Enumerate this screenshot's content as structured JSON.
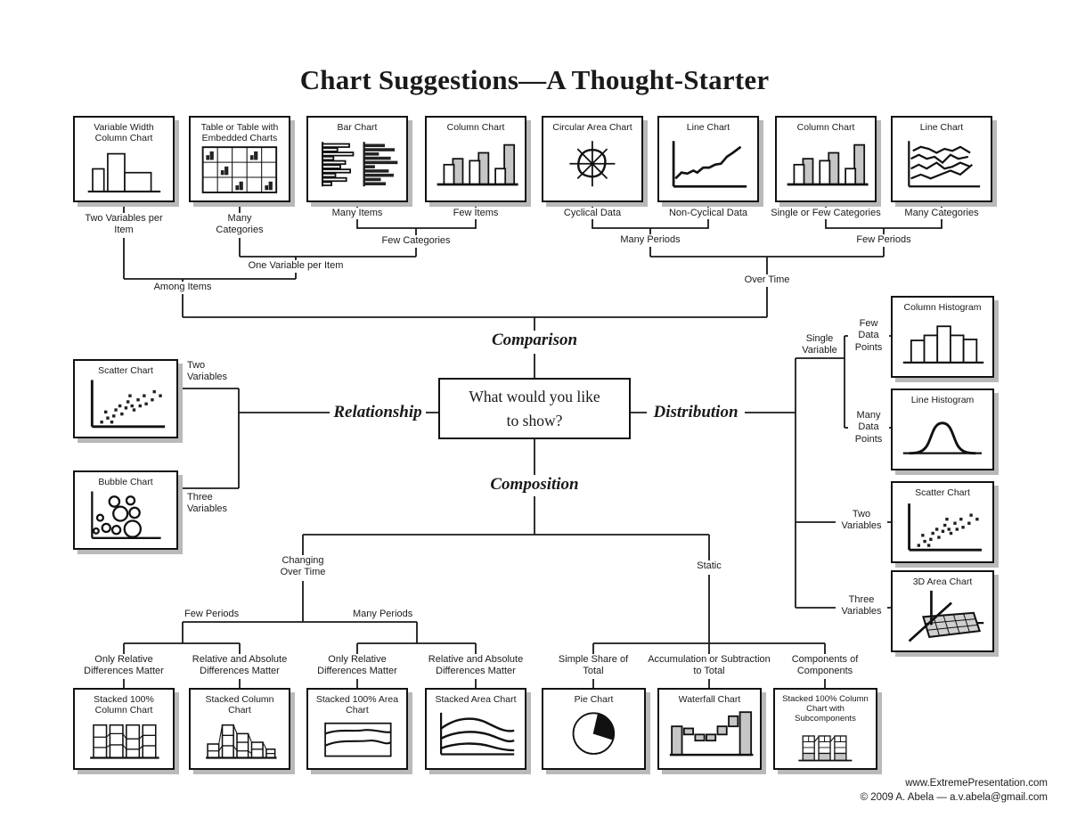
{
  "title": "Chart Suggestions—A Thought-Starter",
  "center": {
    "question": "What would you like to show?",
    "comparison": "Comparison",
    "relationship": "Relationship",
    "distribution": "Distribution",
    "composition": "Composition"
  },
  "comparison_tree": {
    "box_variable_width": "Variable Width Column Chart",
    "box_table_embedded": "Table or Table with Embedded Charts",
    "box_bar": "Bar Chart",
    "box_column_few": "Column Chart",
    "box_circular_area": "Circular Area Chart",
    "box_line_noncyclical": "Line Chart",
    "box_column_single": "Column Chart",
    "box_line_many": "Line Chart",
    "two_variables_per_item": "Two Variables per Item",
    "many_categories": "Many Categories",
    "many_items": "Many Items",
    "few_items": "Few Items",
    "few_categories": "Few Categories",
    "one_variable_per_item": "One Variable per Item",
    "among_items": "Among Items",
    "cyclical_data": "Cyclical Data",
    "non_cyclical_data": "Non-Cyclical Data",
    "single_or_few_categories": "Single or Few Categories",
    "many_categories_right": "Many Categories",
    "many_periods": "Many Periods",
    "few_periods": "Few Periods",
    "over_time": "Over Time"
  },
  "relationship_tree": {
    "box_scatter": "Scatter Chart",
    "box_bubble": "Bubble Chart",
    "two_variables": "Two Variables",
    "three_variables": "Three Variables"
  },
  "distribution_tree": {
    "single_variable": "Single Variable",
    "few_data_points": "Few Data Points",
    "many_data_points": "Many Data Points",
    "two_variables": "Two Variables",
    "three_variables": "Three Variables",
    "box_column_histogram": "Column Histogram",
    "box_line_histogram": "Line Histogram",
    "box_scatter": "Scatter Chart",
    "box_3d_area": "3D Area Chart"
  },
  "composition_tree": {
    "changing_over_time": "Changing Over Time",
    "static": "Static",
    "few_periods": "Few Periods",
    "many_periods": "Many Periods",
    "only_relative_few": "Only Relative Differences Matter",
    "relative_absolute_few": "Relative and Absolute Differences Matter",
    "only_relative_many": "Only Relative Differences Matter",
    "relative_absolute_many": "Relative and Absolute Differences Matter",
    "simple_share_of_total": "Simple Share of Total",
    "accumulation_or_subtraction": "Accumulation or Subtraction to Total",
    "components_of_components": "Components of Components",
    "box_stacked_100_column": "Stacked 100% Column Chart",
    "box_stacked_column": "Stacked Column Chart",
    "box_stacked_100_area": "Stacked 100% Area Chart",
    "box_stacked_area": "Stacked Area Chart",
    "box_pie": "Pie Chart",
    "box_waterfall": "Waterfall Chart",
    "box_stacked_100_sub": "Stacked 100% Column Chart with Subcomponents"
  },
  "footer": {
    "website": "www.ExtremePresentation.com",
    "copyright": "© 2009 A. Abela — a.v.abela@gmail.com"
  }
}
